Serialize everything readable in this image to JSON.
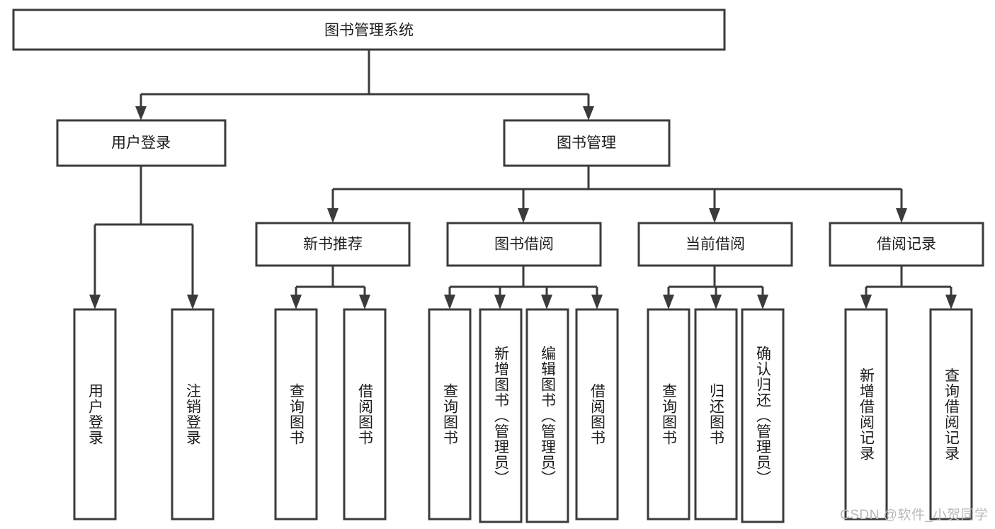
{
  "diagram": {
    "type": "hierarchy-tree",
    "title": "图书管理系统",
    "root": {
      "id": "root",
      "label": "图书管理系统"
    },
    "tier1": [
      {
        "id": "user-login",
        "label": "用户登录"
      },
      {
        "id": "book-manage",
        "label": "图书管理"
      }
    ],
    "tier2": [
      {
        "id": "new-book-recommend",
        "label": "新书推荐",
        "parent": "book-manage"
      },
      {
        "id": "book-borrow",
        "label": "图书借阅",
        "parent": "book-manage"
      },
      {
        "id": "current-borrow",
        "label": "当前借阅",
        "parent": "book-manage"
      },
      {
        "id": "borrow-record",
        "label": "借阅记录",
        "parent": "book-manage"
      }
    ],
    "leaves": [
      {
        "id": "leaf-user-login",
        "label": "用户登录",
        "parent": "user-login"
      },
      {
        "id": "leaf-logout-login",
        "label": "注销登录",
        "parent": "user-login"
      },
      {
        "id": "leaf-query-book-1",
        "label": "查询图书",
        "parent": "new-book-recommend"
      },
      {
        "id": "leaf-borrow-book-1",
        "label": "借阅图书",
        "parent": "new-book-recommend"
      },
      {
        "id": "leaf-query-book-2",
        "label": "查询图书",
        "parent": "book-borrow"
      },
      {
        "id": "leaf-add-book",
        "label": "新增图书（管理员）",
        "parent": "book-borrow"
      },
      {
        "id": "leaf-edit-book",
        "label": "编辑图书（管理员）",
        "parent": "book-borrow"
      },
      {
        "id": "leaf-borrow-book-2",
        "label": "借阅图书",
        "parent": "book-borrow"
      },
      {
        "id": "leaf-query-book-3",
        "label": "查询图书",
        "parent": "current-borrow"
      },
      {
        "id": "leaf-return-book",
        "label": "归还图书",
        "parent": "current-borrow"
      },
      {
        "id": "leaf-confirm-return",
        "label": "确认归还（管理员）",
        "parent": "current-borrow"
      },
      {
        "id": "leaf-add-record",
        "label": "新增借阅记录",
        "parent": "borrow-record"
      },
      {
        "id": "leaf-query-record",
        "label": "查询借阅记录",
        "parent": "borrow-record"
      }
    ]
  },
  "watermark": {
    "text": "CSDN @软件_小贺同学"
  },
  "colors": {
    "stroke": "#3b3b3b",
    "box_fill": "#ffffff",
    "text": "#1d1d1d",
    "watermark": "#b9b9b9",
    "background": "#ffffff"
  }
}
